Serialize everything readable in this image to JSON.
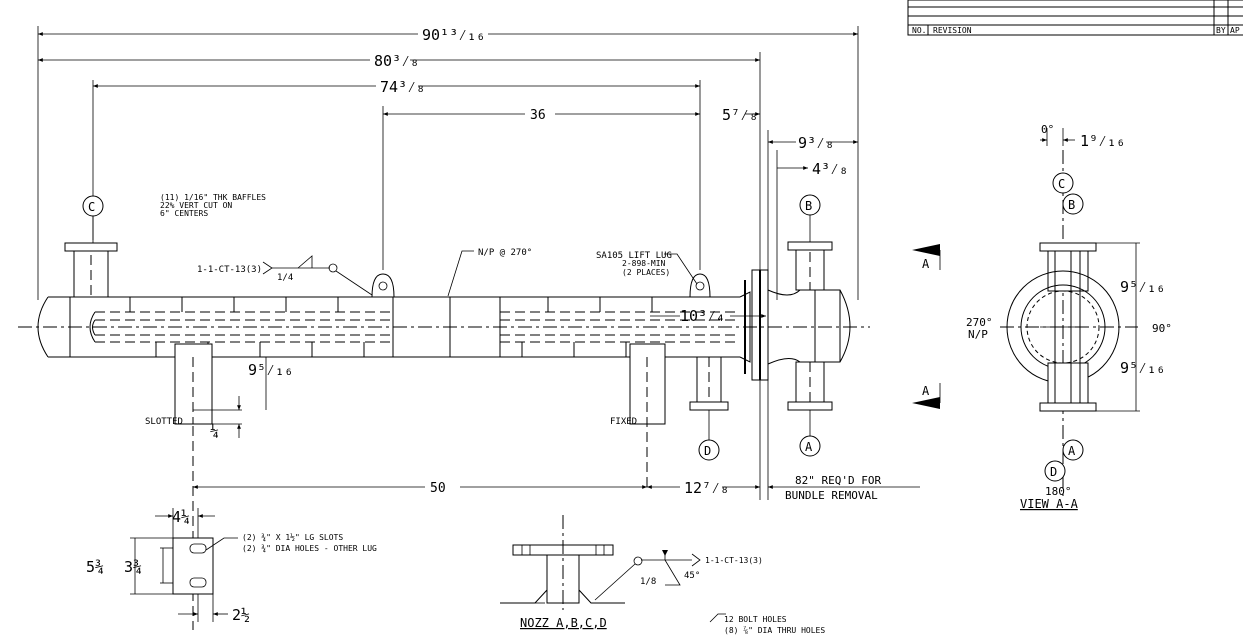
{
  "dims": {
    "overall": "90¹³⁄₁₆",
    "d80": "80³⁄₈",
    "d74": "74³⁄₈",
    "d36": "36",
    "d5_7_8": "5⁷⁄₈",
    "d9_3_8": "9³⁄₈",
    "d4_3_8": "4³⁄₈",
    "d10_3_4": "10³⁄₄",
    "d9_5_16": "9⁵⁄₁₆",
    "d1_4": "¼",
    "d50": "50",
    "d12_7_8": "12⁷⁄₈",
    "d4_1_4": "4¼",
    "d5_3_4": "5¾",
    "d3_3_4": "3¾",
    "d2_1_2": "2½",
    "view_0": "0°",
    "view_1_9_16": "1⁹⁄₁₆",
    "view_9_5_16_top": "9⁵⁄₁₆",
    "view_9_5_16_bot": "9⁵⁄₁₆",
    "view_90": "90°"
  },
  "notes": {
    "baffles_1": "(11) 1/16\" THK BAFFLES",
    "baffles_2": "22% VERT  CUT ON",
    "baffles_3": "6\" CENTERS",
    "weld_top": "1-1-CT-13(3)",
    "weld_top_size": "1/4",
    "np_270": "N/P @ 270°",
    "lift_1": "SA105 LIFT LUG",
    "lift_2": "2-898-MIN",
    "lift_3": "(2 PLACES)",
    "slotted": "SLOTTED",
    "fixed": "FIXED",
    "bundle_1": "82\" REQ'D FOR",
    "bundle_2": "BUNDLE REMOVAL",
    "slots_1": "(2) ¾\" X 1½\" LG SLOTS",
    "slots_2": "(2) ¾\" DIA HOLES - OTHER LUG",
    "nozz": "NOZZ A,B,C,D",
    "weld_nozz": "1-1-CT-13(3)",
    "weld_nozz_size": "1/8",
    "weld_nozz_angle": "45°",
    "bolt_1": "12 BOLT HOLES",
    "bolt_2": "(8) ⅞\" DIA THRU HOLES",
    "view_270_1": "270°",
    "view_270_2": "N/P",
    "view_180": "180°",
    "view_title": "VIEW A-A",
    "section_a_top": "A",
    "section_a_bot": "A"
  },
  "labels": {
    "nozzle_c": "C",
    "nozzle_b": "B",
    "nozzle_d": "D",
    "nozzle_a": "A",
    "view_c": "C",
    "view_b": "B",
    "view_a": "A",
    "view_d": "D"
  },
  "revision_block": {
    "no_header": "NO.",
    "revision_header": "REVISION",
    "by_header": "BY",
    "ap_header": "AP"
  }
}
